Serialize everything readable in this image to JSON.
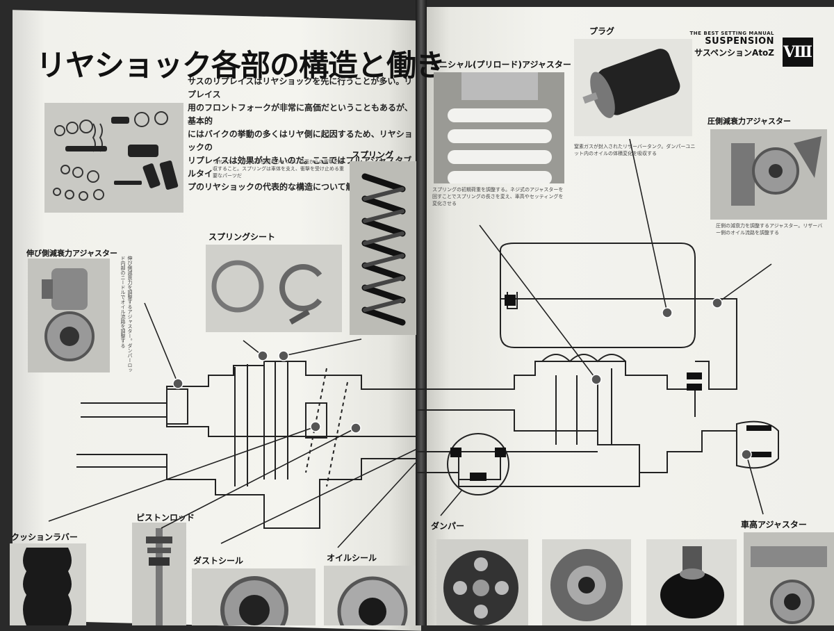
{
  "left_page": {
    "title": "リヤショック各部の構造と働き",
    "intro": [
      "サスのリプレイスはリヤショックを先に行うことが多い。リプレイス",
      "用のフロントフォークが非常に高価だということもあるが、基本的",
      "にはバイクの挙動の多くはリヤ側に起因するため、リヤショックの",
      "リプレイスは効果が大きいのだ。ここではフルアジャスタブルタイ",
      "プのリヤショックの代表的な構造について解説する"
    ],
    "spring_text": "リヤサスペンションの役割のひとつは、路面からの衝撃を吸収すること。スプリングは車体を支え、衝撃を受け止める重要なパーツだ",
    "rebound_text": "伸び側減衰力を調整するアジャスター。ダンパーロッド内部のニードルでオイル流路を調整する",
    "labels": {
      "spring": "スプリング",
      "spring_seat": "スプリングシート",
      "rebound_adjuster": "伸び側減衰力アジャスター",
      "piston_rod": "ピストンロッド",
      "cushion_rubber": "クッションラバー",
      "dust_seal": "ダストシール",
      "oil_seal": "オイルシール"
    }
  },
  "right_page": {
    "header": {
      "line1": "THE BEST SETTING MANUAL",
      "line2": "SUSPENSION",
      "line3": "サスペンションAtoZ",
      "logo": "Ⅷ"
    },
    "labels": {
      "plug": "プラグ",
      "preload_adjuster": "イニシャル(プリロード)アジャスター",
      "compression_adjuster": "圧側減衰力アジャスター",
      "damper": "ダンパー",
      "ride_height_adjuster": "車高アジャスター"
    },
    "preload_text": "スプリングの初期荷重を調整する。ネジ式のアジャスターを回すことでスプリングの長さを変え、車高やセッティングを変化させる",
    "plug_text": "窒素ガスが封入されたリザーバータンク。ダンパーユニット内のオイルの体積変化を吸収する",
    "compression_text": "圧側の減衰力を調整するアジャスター。リザーバー側のオイル流路を調整する"
  }
}
